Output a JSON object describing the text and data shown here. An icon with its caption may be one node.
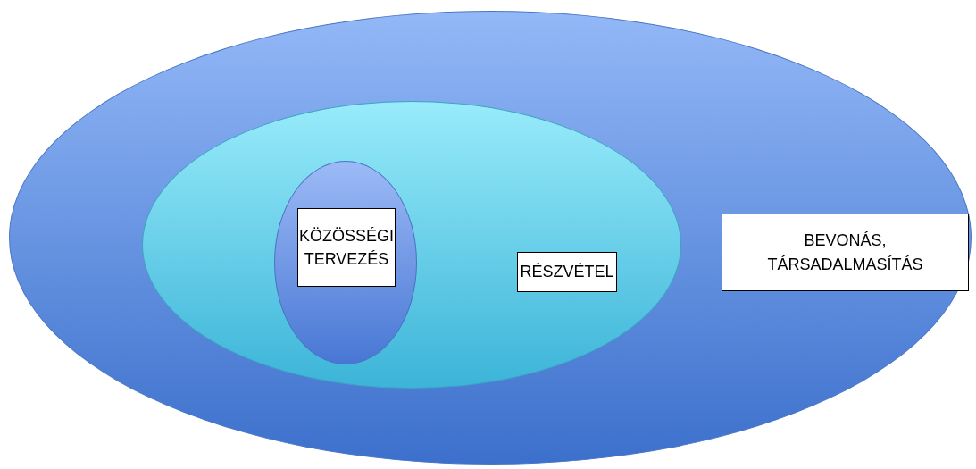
{
  "diagram": {
    "nodes": [
      {
        "text": [
          "BEVONÁS, TÁRSADALMASÍTÁS"
        ]
      },
      {
        "text": [
          "RÉSZVÉTEL"
        ],
        "in": 0
      },
      {
        "text": [
          "KÖZÖSSÉGI TERVEZÉS"
        ],
        "in": 1
      }
    ]
  }
}
